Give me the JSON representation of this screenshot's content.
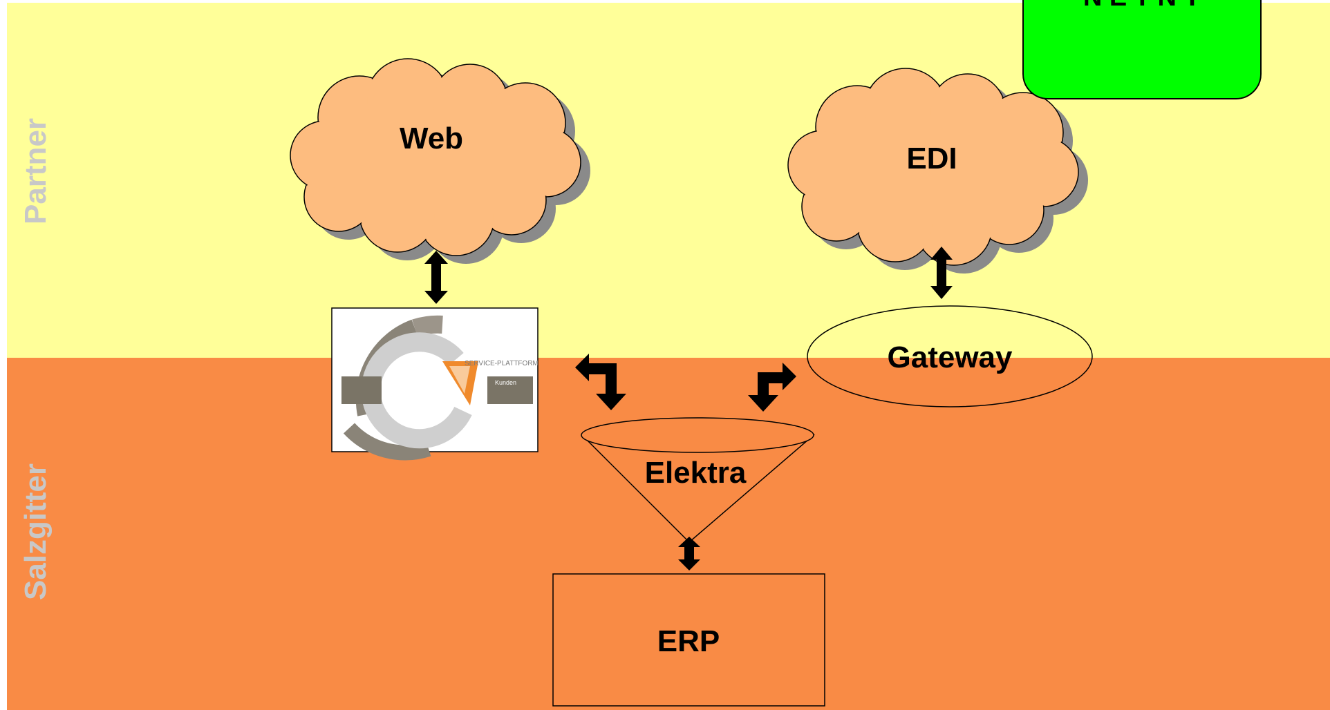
{
  "lanes": {
    "top": {
      "label": "Partner",
      "color": "#ffff99"
    },
    "bottom": {
      "label": "Salzgitter",
      "color": "#f98b45"
    },
    "label_color": "#c8c8c8"
  },
  "nodes": {
    "web": {
      "label": "Web",
      "fill": "#fdbc7f"
    },
    "edi": {
      "label": "EDI",
      "fill": "#fdbc7f"
    },
    "gateway": {
      "label": "Gateway"
    },
    "elektra": {
      "label": "Elektra"
    },
    "erp": {
      "label": "ERP"
    },
    "new_badge": {
      "label": "N E T N Y",
      "fill": "#00ff00"
    },
    "service_platform": {
      "title": "SERVICE-PLATTFORM",
      "left_tab": "",
      "right_tab": "Kunden"
    }
  },
  "colors": {
    "arrow": "#000000",
    "cloud_shadow": "#8a8a8a"
  }
}
